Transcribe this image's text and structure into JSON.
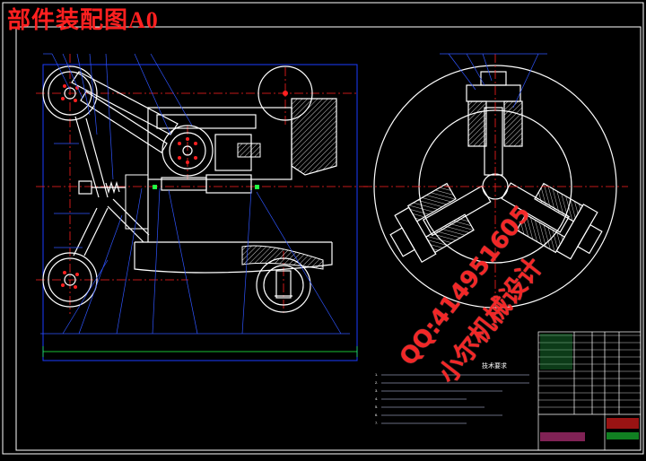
{
  "title": "部件装配图A0",
  "watermark": {
    "qq": "QQ:414951605",
    "shop": "小尔机械设计"
  },
  "tech_requirements": {
    "title": "技术要求",
    "lines": [
      "1.",
      "2.",
      "3.",
      "4.",
      "5.",
      "6.",
      "7."
    ]
  },
  "colors": {
    "background": "#000000",
    "drawing": "#ffffff",
    "frame": "#1a3cff",
    "leader": "#2f55ff",
    "centerline": "#ff2020",
    "hatch": "#ffffff",
    "title_text": "#ff2020",
    "watermark": "#ff2a2a"
  }
}
